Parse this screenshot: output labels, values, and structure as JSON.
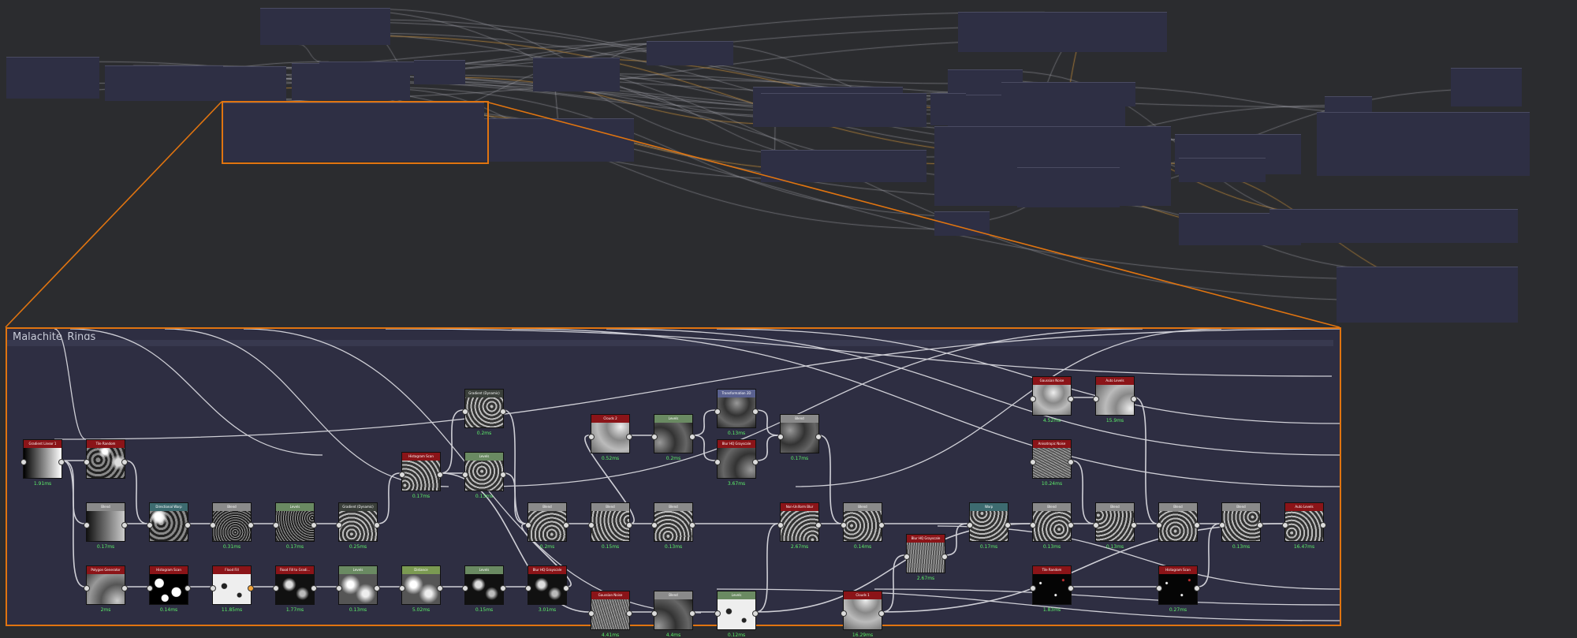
{
  "colors": {
    "background": "#2b2c2f",
    "frame": "#2e2f44",
    "highlight": "#e07410",
    "wire": "#cfcfd6",
    "time_text": "#5df06a",
    "head_red": "#8b1418",
    "head_gray": "#8a8a8a",
    "head_green": "#6a8a62",
    "head_teal": "#3d6b70",
    "head_lime": "#7b9a52",
    "head_blue": "#5a6190",
    "head_dark": "#3a3f3a"
  },
  "zoom_frame": {
    "title": "Malachite_Rings"
  },
  "nodes": [
    {
      "id": "n1",
      "title": "Gradient Linear 1",
      "time": "1.91ms",
      "head": "red",
      "thumb": "gradient"
    },
    {
      "id": "n2",
      "title": "Tile Random",
      "time": "",
      "head": "red",
      "thumb": "cells"
    },
    {
      "id": "n3",
      "title": "Blend",
      "time": "0.17ms",
      "head": "gray",
      "thumb": "graygrad"
    },
    {
      "id": "n4",
      "title": "Directional Warp",
      "time": "",
      "head": "teal",
      "thumb": "cells"
    },
    {
      "id": "n5",
      "title": "Blend",
      "time": "0.31ms",
      "head": "gray",
      "thumb": "speckle"
    },
    {
      "id": "n6",
      "title": "Levels",
      "time": "0.17ms",
      "head": "green",
      "thumb": "speckle"
    },
    {
      "id": "n7",
      "title": "Gradient (Dynamic)",
      "time": "0.25ms",
      "head": "dark",
      "thumb": "rings"
    },
    {
      "id": "n8",
      "title": "Gradient (Dynamic)",
      "time": "0.2ms",
      "head": "dark",
      "thumb": "rings"
    },
    {
      "id": "n9",
      "title": "Histogram Scan",
      "time": "0.17ms",
      "head": "red",
      "thumb": "rings"
    },
    {
      "id": "n10",
      "title": "Levels",
      "time": "0.13ms",
      "head": "green",
      "thumb": "rings"
    },
    {
      "id": "n11",
      "title": "Polygon Generator",
      "time": "2ms",
      "head": "red",
      "thumb": "blur"
    },
    {
      "id": "n12",
      "title": "Histogram Scan",
      "time": "0.14ms",
      "head": "red",
      "thumb": "spots"
    },
    {
      "id": "n13",
      "title": "Flood Fill",
      "time": "11.85ms",
      "head": "red",
      "thumb": "whitespots"
    },
    {
      "id": "n14",
      "title": "Flood Fill to Gradi…",
      "time": "1.77ms",
      "head": "red",
      "thumb": "darkspots"
    },
    {
      "id": "n15",
      "title": "Levels",
      "time": "0.13ms",
      "head": "green",
      "thumb": "softspots"
    },
    {
      "id": "n16",
      "title": "Distance",
      "time": "5.02ms",
      "head": "lime",
      "thumb": "softspots"
    },
    {
      "id": "n17",
      "title": "Levels",
      "time": "0.15ms",
      "head": "green",
      "thumb": "darkspots"
    },
    {
      "id": "n18",
      "title": "Blur HQ Grayscale",
      "time": "3.01ms",
      "head": "red",
      "thumb": "darkspots"
    },
    {
      "id": "n19",
      "title": "Clouds 2",
      "time": "0.52ms",
      "head": "red",
      "thumb": "clouds"
    },
    {
      "id": "n20",
      "title": "Levels",
      "time": "0.2ms",
      "head": "green",
      "thumb": "darkclouds"
    },
    {
      "id": "n21",
      "title": "Transformation 2D",
      "time": "0.13ms",
      "head": "blue",
      "thumb": "darkclouds"
    },
    {
      "id": "n22",
      "title": "Blur HQ Grayscale",
      "time": "3.67ms",
      "head": "red",
      "thumb": "darkclouds"
    },
    {
      "id": "n23",
      "title": "Blend",
      "time": "0.17ms",
      "head": "gray",
      "thumb": "darkclouds"
    },
    {
      "id": "n24",
      "title": "Blend",
      "time": "0.2ms",
      "head": "gray",
      "thumb": "rings"
    },
    {
      "id": "n25",
      "title": "Blend",
      "time": "0.15ms",
      "head": "gray",
      "thumb": "rings"
    },
    {
      "id": "n26",
      "title": "Blend",
      "time": "0.13ms",
      "head": "gray",
      "thumb": "rings"
    },
    {
      "id": "n27",
      "title": "Gaussian Noise",
      "time": "4.41ms",
      "head": "red",
      "thumb": "noise"
    },
    {
      "id": "n28",
      "title": "Blend",
      "time": "4.4ms",
      "head": "gray",
      "thumb": "darkclouds"
    },
    {
      "id": "n29",
      "title": "Levels",
      "time": "0.12ms",
      "head": "green",
      "thumb": "whitespots"
    },
    {
      "id": "n30",
      "title": "Non-Uniform Blur",
      "time": "2.67ms",
      "head": "red",
      "thumb": "rings"
    },
    {
      "id": "n31",
      "title": "Blend",
      "time": "0.14ms",
      "head": "gray",
      "thumb": "rings"
    },
    {
      "id": "n32",
      "title": "Clouds 1",
      "time": "16.29ms",
      "head": "red",
      "thumb": "clouds"
    },
    {
      "id": "n33",
      "title": "Blur HQ Grayscale",
      "time": "2.67ms",
      "head": "red",
      "thumb": "noise"
    },
    {
      "id": "n34",
      "title": "Warp",
      "time": "0.17ms",
      "head": "teal",
      "thumb": "rings"
    },
    {
      "id": "n35",
      "title": "Blend",
      "time": "0.13ms",
      "head": "gray",
      "thumb": "rings"
    },
    {
      "id": "n36",
      "title": "Blend",
      "time": "0.13ms",
      "head": "gray",
      "thumb": "rings"
    },
    {
      "id": "n37",
      "title": "Blend",
      "time": "",
      "head": "gray",
      "thumb": "rings"
    },
    {
      "id": "n38",
      "title": "Blend",
      "time": "0.13ms",
      "head": "gray",
      "thumb": "rings"
    },
    {
      "id": "n39",
      "title": "Auto Levels",
      "time": "16.47ms",
      "head": "red",
      "thumb": "rings"
    },
    {
      "id": "n40",
      "title": "Gaussian Noise",
      "time": "4.52ms",
      "head": "red",
      "thumb": "clouds"
    },
    {
      "id": "n41",
      "title": "Auto Levels",
      "time": "15.9ms",
      "head": "red",
      "thumb": "clouds"
    },
    {
      "id": "n42",
      "title": "Anisotropic Noise",
      "time": "10.24ms",
      "head": "red",
      "thumb": "noise"
    },
    {
      "id": "n43",
      "title": "Tile Random",
      "time": "1.83ms",
      "head": "red",
      "thumb": "stars"
    },
    {
      "id": "n44",
      "title": "Histogram Scan",
      "time": "0.27ms",
      "head": "red",
      "thumb": "stars"
    }
  ]
}
